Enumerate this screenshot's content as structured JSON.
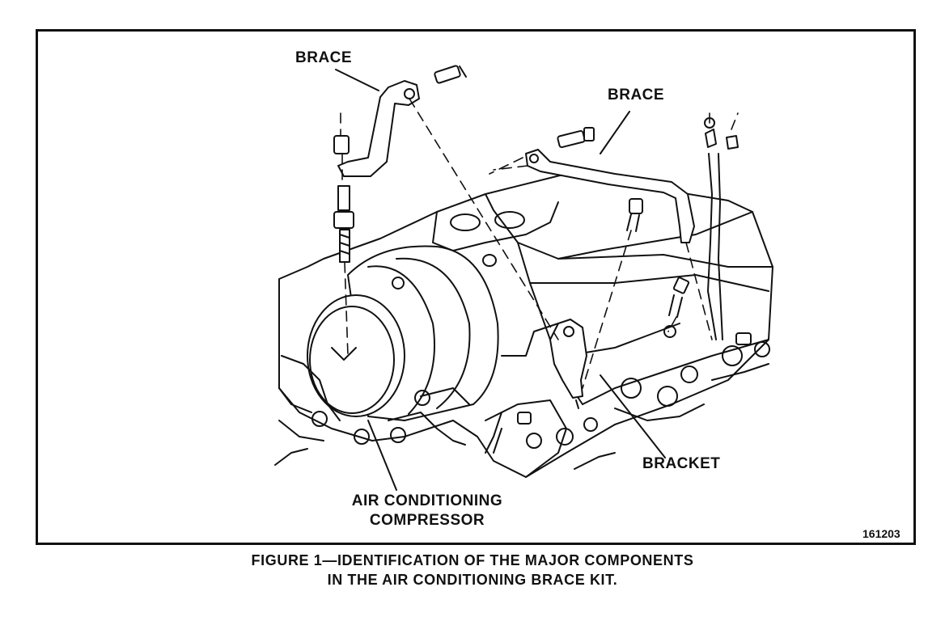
{
  "figure": {
    "labels": {
      "brace_left": "BRACE",
      "brace_right": "BRACE",
      "bracket": "BRACKET",
      "compressor_line1": "AIR CONDITIONING",
      "compressor_line2": "COMPRESSOR"
    },
    "figure_number": "161203",
    "caption_line1": "FIGURE 1—IDENTIFICATION OF THE MAJOR COMPONENTS",
    "caption_line2": "IN THE AIR CONDITIONING BRACE KIT."
  },
  "style": {
    "ink": "#111111",
    "paper": "#ffffff"
  }
}
